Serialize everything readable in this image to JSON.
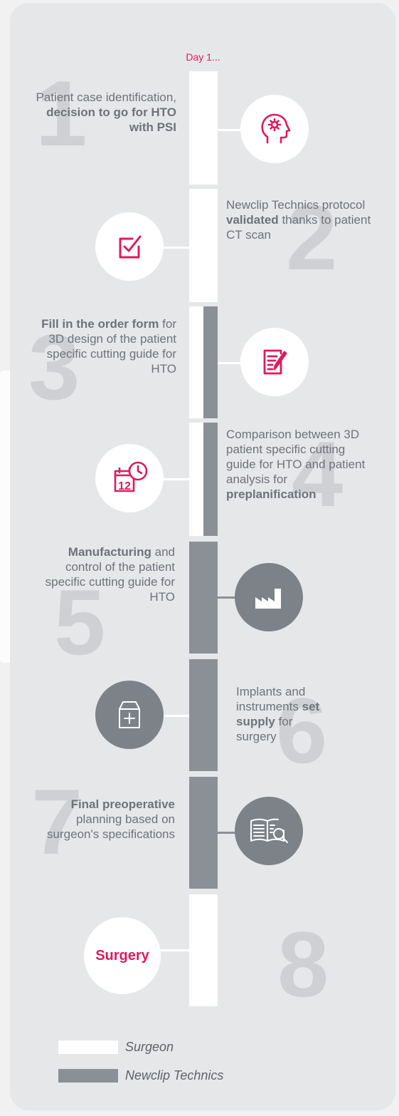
{
  "header": {
    "day": "Day 1..."
  },
  "steps": [
    {
      "number": "1",
      "before": "Patient case identification,",
      "bold": "decision to go for HTO with PSI",
      "after": ""
    },
    {
      "number": "2",
      "before": "Newclip Technics protocol",
      "bold": "validated",
      "after": "thanks to patient CT scan"
    },
    {
      "number": "3",
      "before": "",
      "bold": "Fill in the order form",
      "after": "for 3D design of the patient specific cutting guide for HTO"
    },
    {
      "number": "4",
      "before": "Comparison between 3D patient specific cutting guide for HTO and patient analysis for",
      "bold": "preplanification",
      "after": ""
    },
    {
      "number": "5",
      "before": "",
      "bold": "Manufacturing",
      "after": "and control of the patient specific cutting guide for HTO"
    },
    {
      "number": "6",
      "before": "Implants and instruments",
      "bold": "set supply",
      "after": "for surgery"
    },
    {
      "number": "7",
      "before": "",
      "bold": "Final preoperative",
      "after": "planning based on surgeon's specifications"
    },
    {
      "number": "8",
      "before": "",
      "bold": "Surgery",
      "after": ""
    }
  ],
  "icons": [
    "head-gear-icon",
    "checkbox-icon",
    "form-edit-icon",
    "calendar-clock-icon",
    "factory-icon",
    "box-plus-icon",
    "book-search-icon"
  ],
  "legend": {
    "surgeon": "Surgeon",
    "newclip": "Newclip Technics"
  },
  "colors": {
    "accent": "#e0195e",
    "surgeon": "#ffffff",
    "newclip": "#8b8f96",
    "panel": "#e6e7e9"
  }
}
